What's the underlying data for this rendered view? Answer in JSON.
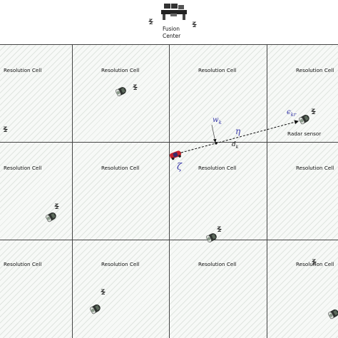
{
  "fusion_center": {
    "label_line1": "Fusion",
    "label_line2": "Center"
  },
  "cell_label": "Resolution Cell",
  "cells": [
    {
      "row": 0,
      "col": 0,
      "label": "Resolution Cell"
    },
    {
      "row": 0,
      "col": 1,
      "label": "Resolution Cell"
    },
    {
      "row": 0,
      "col": 2,
      "label": "Resolution Cell"
    },
    {
      "row": 0,
      "col": 3,
      "label": "Resolution Cell"
    },
    {
      "row": 1,
      "col": 0,
      "label": "Resolution Cell"
    },
    {
      "row": 1,
      "col": 1,
      "label": "Resolution Cell"
    },
    {
      "row": 1,
      "col": 2,
      "label": "Resolution Cell"
    },
    {
      "row": 1,
      "col": 3,
      "label": "Resolution Cell"
    },
    {
      "row": 2,
      "col": 0,
      "label": "Resolution Cell"
    },
    {
      "row": 2,
      "col": 1,
      "label": "Resolution Cell"
    },
    {
      "row": 2,
      "col": 2,
      "label": "Resolution Cell"
    },
    {
      "row": 2,
      "col": 3,
      "label": "Resolution Cell"
    }
  ],
  "radar_sensor_label": "Radar sensor",
  "symbols": {
    "w": "w",
    "w_sub": "k",
    "eta": "η",
    "d": "d",
    "d_sub": "k",
    "epsilon": "ϵ",
    "epsilon_sub": "kr",
    "zeta": "ζ"
  },
  "colors": {
    "grid_line": "#444444",
    "symbol_blue": "#3a3aa8",
    "target_car": "#c8202a",
    "hatch": "#d8e0d8"
  }
}
